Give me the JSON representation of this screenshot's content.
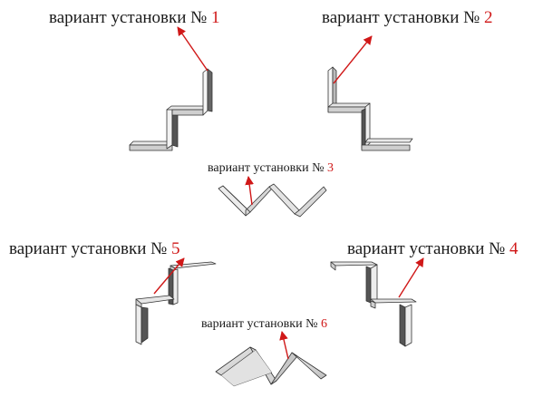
{
  "labels": {
    "v1": {
      "text": "вариант установки №",
      "num": "1"
    },
    "v2": {
      "text": "вариант установки №",
      "num": "2"
    },
    "v3": {
      "text": "вариант установки №",
      "num": "3"
    },
    "v4": {
      "text": "вариант установки №",
      "num": "4"
    },
    "v5": {
      "text": "вариант установки №",
      "num": "5"
    },
    "v6": {
      "text": "вариант установки №",
      "num": "6"
    }
  },
  "colors": {
    "arrow": "#d01818",
    "number": "#d01818",
    "text": "#1a1a1a",
    "shelf_light": "#eeeeee",
    "shelf_mid": "#c4c4c4",
    "shelf_dark": "#555555",
    "outline": "#333333"
  }
}
